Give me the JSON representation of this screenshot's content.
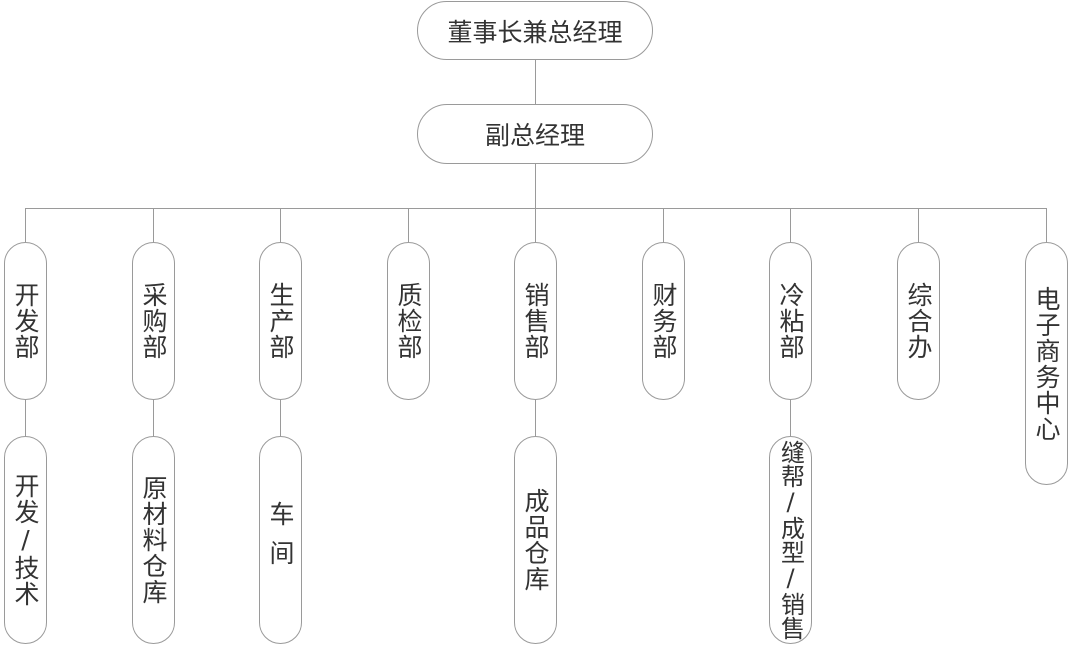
{
  "org_chart": {
    "root": "董事长兼总经理",
    "deputy": "副总经理",
    "departments": [
      {
        "name": "开发部",
        "sub": "开发/技术"
      },
      {
        "name": "采购部",
        "sub": "原材料仓库"
      },
      {
        "name": "生产部",
        "sub": "车间"
      },
      {
        "name": "质检部",
        "sub": null
      },
      {
        "name": "销售部",
        "sub": "成品仓库"
      },
      {
        "name": "财务部",
        "sub": null
      },
      {
        "name": "冷粘部",
        "sub": "缝帮/成型/销售"
      },
      {
        "name": "综合办",
        "sub": null
      },
      {
        "name": "电子商务中心",
        "sub": null
      }
    ]
  },
  "colors": {
    "border": "#9a9a9a",
    "text": "#333333",
    "background": "#ffffff"
  }
}
